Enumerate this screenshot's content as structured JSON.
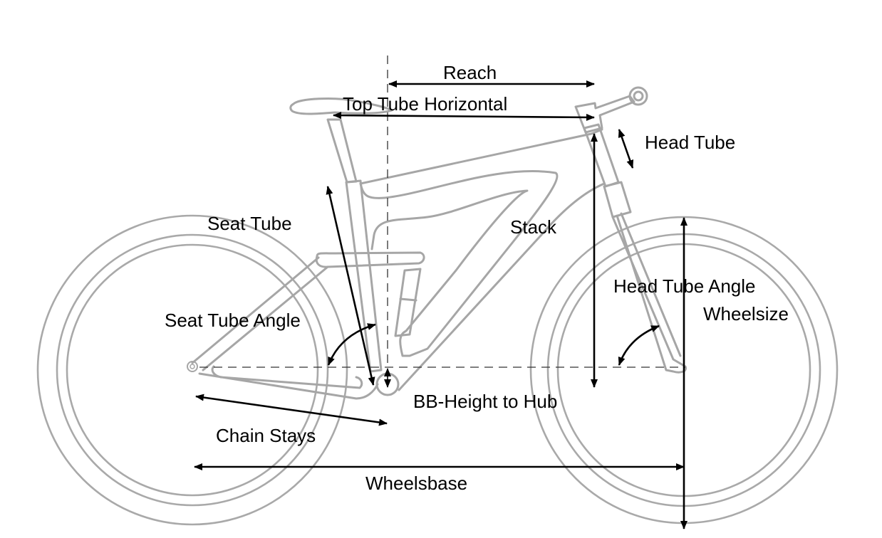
{
  "diagram": {
    "title": "Bike frame geometry",
    "colors": {
      "frame": "#a6a6a6",
      "dimension": "#000000",
      "guide": "#333333",
      "background": "#ffffff"
    },
    "labels": {
      "reach": "Reach",
      "top_tube_horizontal": "Top Tube Horizontal",
      "head_tube": "Head Tube",
      "seat_tube": "Seat Tube",
      "stack": "Stack",
      "head_tube_angle": "Head Tube Angle",
      "wheelsize": "Wheelsize",
      "seat_tube_angle": "Seat Tube Angle",
      "bb_height_to_hub": "BB-Height to Hub",
      "chain_stays": "Chain Stays",
      "wheelbase": "Wheelsbase"
    }
  }
}
